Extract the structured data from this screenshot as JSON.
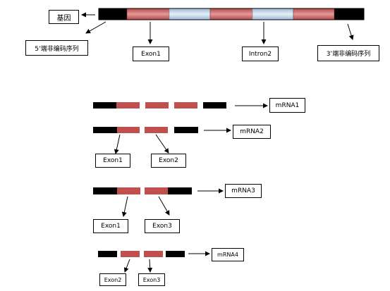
{
  "gene": {
    "label": "基因",
    "utr5_label": "5’端非编码序列",
    "exon1_label": "Exon1",
    "intron2_label": "Intron2",
    "utr3_label": "3’端非编码序列"
  },
  "transcripts": [
    {
      "name": "mRNA1",
      "exon_labels": []
    },
    {
      "name": "mRNA2",
      "exon_labels": [
        "Exon1",
        "Exon2"
      ]
    },
    {
      "name": "mRNA3",
      "exon_labels": [
        "Exon1",
        "Exon3"
      ]
    },
    {
      "name": "mRNA4",
      "exon_labels": [
        "Exon2",
        "Exon3"
      ]
    }
  ],
  "colors": {
    "utr": "#000000",
    "exon_gradient": [
      "#b24848",
      "#e49a9a",
      "#b24848"
    ],
    "intron_gradient": [
      "#9ab8d4",
      "#e6eff8",
      "#9ab8d4"
    ],
    "exon_flat": "#c0504d",
    "outline": "#000000"
  }
}
